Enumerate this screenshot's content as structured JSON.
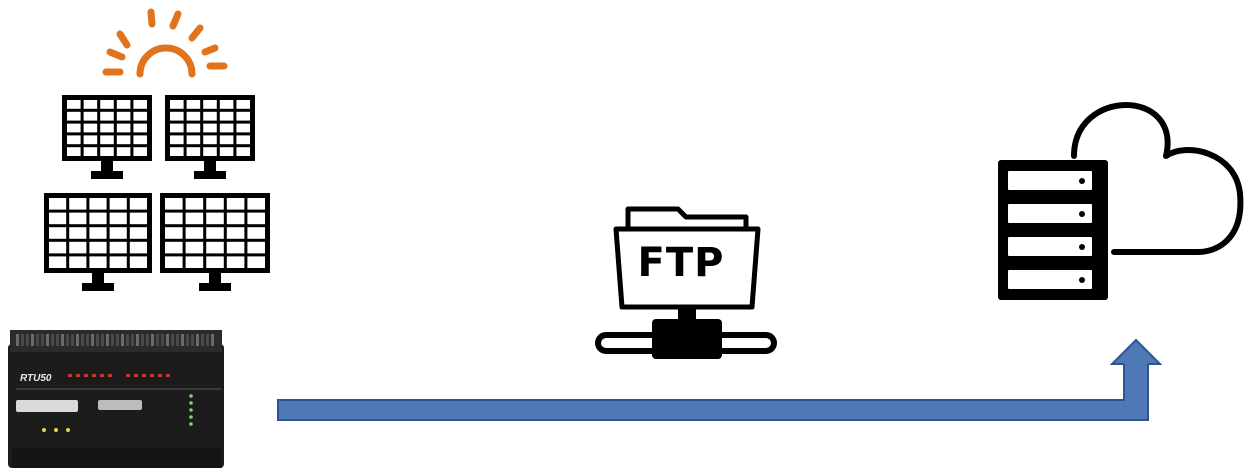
{
  "diagram": {
    "nodes": [
      {
        "id": "solar",
        "icon": "solar-panel-icon"
      },
      {
        "id": "rtu",
        "icon": "rtu-device",
        "label": "RTU50"
      },
      {
        "id": "ftp",
        "icon": "ftp-folder-icon",
        "label": "FTP"
      },
      {
        "id": "server",
        "icon": "cloud-server-icon"
      }
    ],
    "edges": [
      {
        "from": "rtu",
        "to": "server",
        "style": "block-arrow"
      }
    ]
  },
  "colors": {
    "sun": "#e0731e",
    "arrow_fill": "#4e79b4",
    "arrow_outline": "#2f5591",
    "icon": "#000000",
    "device_body": "#1c1c1c"
  }
}
